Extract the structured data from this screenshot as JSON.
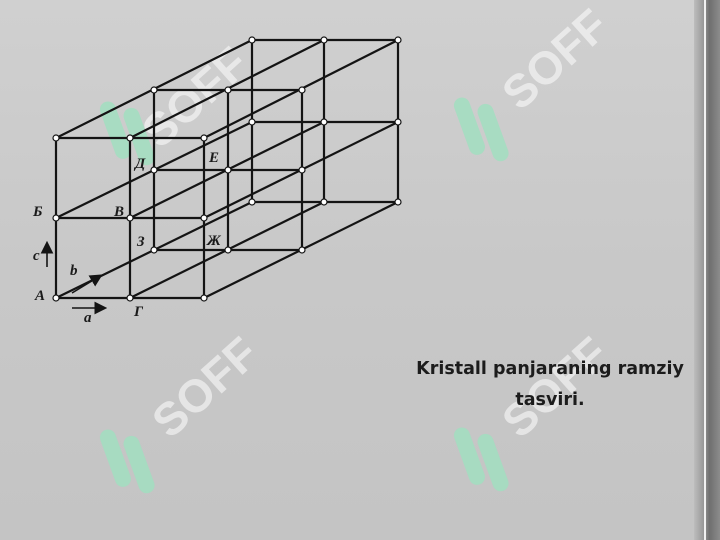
{
  "watermark": {
    "text": "SOFF",
    "mark_color": "#9fe0bf",
    "text_color": "#ffffff"
  },
  "diagram": {
    "vertex_labels": {
      "A": "А",
      "B": "Б",
      "V": "В",
      "G": "Г",
      "D": "Д",
      "E": "Е",
      "Zh": "Ж",
      "Z": "З"
    },
    "axis_labels": {
      "a": "a",
      "b": "b",
      "c": "c"
    }
  },
  "caption": {
    "line1": "Kristall panjaraning ramziy",
    "line2": "tasviri."
  }
}
